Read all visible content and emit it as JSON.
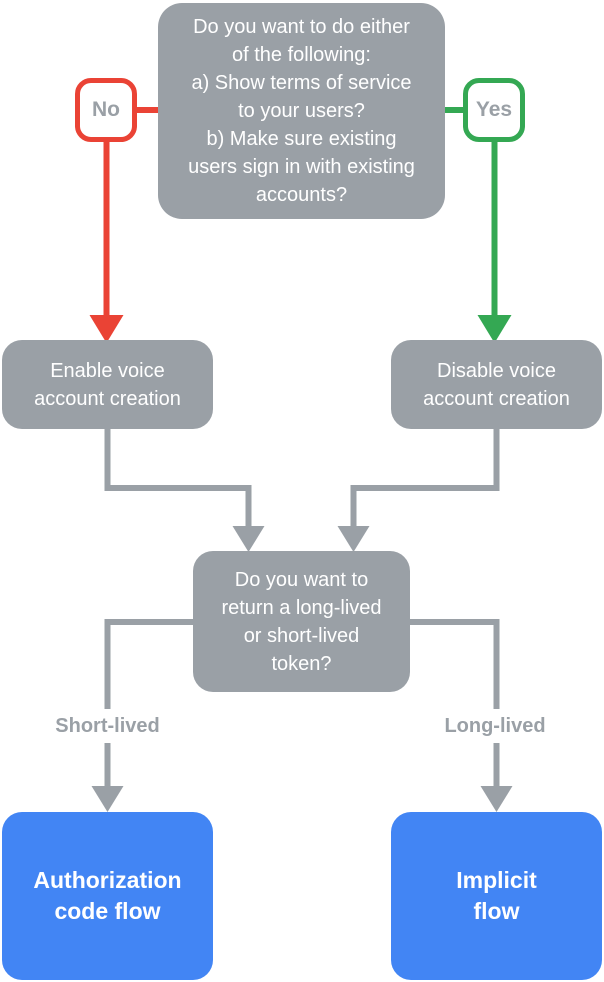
{
  "colors": {
    "node_gray": "#9aa0a6",
    "red": "#ea4335",
    "green": "#34a853",
    "blue": "#4285f4",
    "label_text": "#9aa0a6",
    "background": "#ffffff"
  },
  "flowchart": {
    "question_top": {
      "text": "Do you want to do either\nof the following:\na) Show terms of service\nto your users?\nb) Make sure existing\nusers sign in with existing\naccounts?"
    },
    "branch_no": {
      "label": "No"
    },
    "branch_yes": {
      "label": "Yes"
    },
    "node_enable": {
      "text": "Enable voice\naccount creation"
    },
    "node_disable": {
      "text": "Disable voice\naccount creation"
    },
    "question_token": {
      "text": "Do you want to\nreturn a long-lived\nor short-lived\ntoken?"
    },
    "edge_short": {
      "label": "Short-lived"
    },
    "edge_long": {
      "label": "Long-lived"
    },
    "result_authorization": {
      "text": "Authorization\ncode flow"
    },
    "result_implicit": {
      "text": "Implicit\nflow"
    }
  }
}
